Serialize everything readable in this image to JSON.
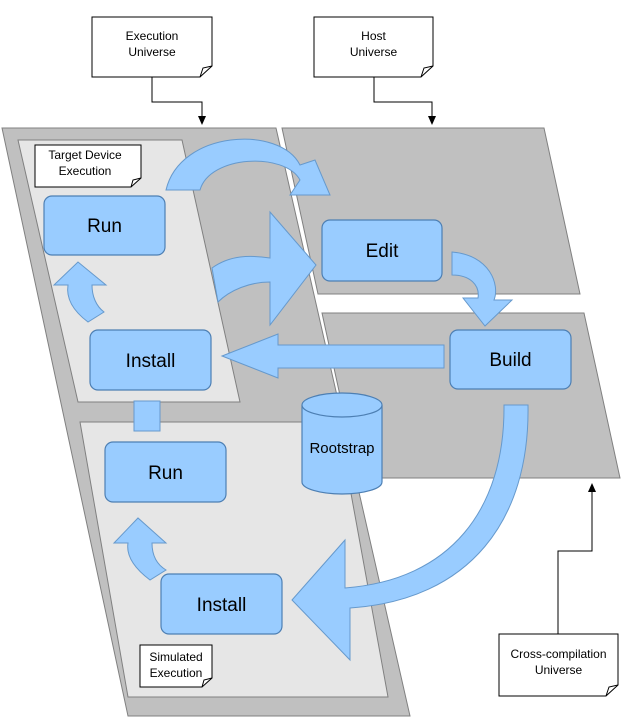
{
  "notes": {
    "execution_universe": [
      "Execution",
      "Universe"
    ],
    "host_universe": [
      "Host",
      "Universe"
    ],
    "target_device_execution": [
      "Target Device",
      "Execution"
    ],
    "simulated_execution": [
      "Simulated",
      "Execution"
    ],
    "cross_compilation_universe": [
      "Cross-compilation",
      "Universe"
    ]
  },
  "boxes": {
    "run_target": "Run",
    "install_target": "Install",
    "edit": "Edit",
    "build": "Build",
    "run_sim": "Run",
    "install_sim": "Install",
    "rootstrap": "Rootstrap"
  },
  "colors": {
    "box_fill": "#99ccff",
    "box_stroke": "#6699cc",
    "panel_gray": "#c0c0c0",
    "panel_light": "#e6e6e6",
    "note_fill": "#ffffff"
  }
}
